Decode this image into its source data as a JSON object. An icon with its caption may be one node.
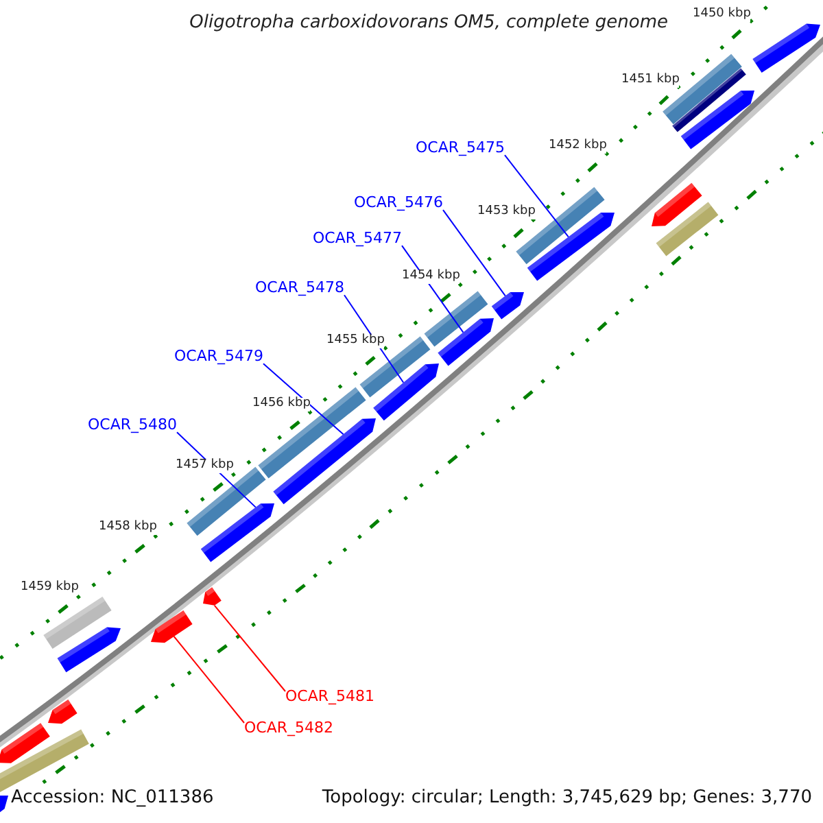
{
  "diagram": {
    "title": "Oligotropha carboxidovorans OM5, complete genome",
    "nodes": [
      {
        "text": [
          "OCAR_5475"
        ]
      },
      {
        "text": [
          "OCAR_5476"
        ]
      },
      {
        "text": [
          "OCAR_5477"
        ]
      },
      {
        "text": [
          "OCAR_5478"
        ]
      },
      {
        "text": [
          "OCAR_5479"
        ]
      },
      {
        "text": [
          "OCAR_5480"
        ]
      },
      {
        "text": [
          "OCAR_5481"
        ]
      },
      {
        "text": [
          "OCAR_5482"
        ]
      },
      {
        "text": [],
        "shape": "arrow"
      },
      {
        "text": [],
        "shape": "bar"
      },
      {
        "text": [],
        "shape": "bar"
      },
      {
        "text": [],
        "shape": "arrow"
      },
      {
        "text": [],
        "shape": "arrow"
      },
      {
        "text": [],
        "shape": "bar"
      },
      {
        "text": [],
        "shape": "bar"
      },
      {
        "text": [],
        "shape": "arrow"
      },
      {
        "text": [],
        "shape": "arrow"
      },
      {
        "text": [],
        "shape": "bar"
      },
      {
        "text": [],
        "shape": "arrow"
      },
      {
        "text": [],
        "shape": "bar"
      },
      {
        "text": [],
        "shape": "arrow"
      },
      {
        "text": [],
        "shape": "bar"
      },
      {
        "text": [],
        "shape": "arrow"
      },
      {
        "text": [],
        "shape": "bar"
      },
      {
        "text": [],
        "shape": "arrow"
      },
      {
        "text": [],
        "shape": "arrow"
      },
      {
        "text": [],
        "shape": "bar"
      },
      {
        "text": [],
        "shape": "arrow"
      },
      {
        "text": [],
        "shape": "arrow"
      },
      {
        "text": [],
        "shape": "arrow"
      },
      {
        "text": [],
        "shape": "arrow"
      },
      {
        "text": [],
        "shape": "bar"
      },
      {
        "text": [],
        "shape": "arrow"
      }
    ],
    "edges": [
      {
        "from": 0,
        "to": 15,
        "arrow": "none"
      },
      {
        "from": 1,
        "to": 16,
        "arrow": "none"
      },
      {
        "from": 2,
        "to": 18,
        "arrow": "none"
      },
      {
        "from": 3,
        "to": 20,
        "arrow": "none"
      },
      {
        "from": 4,
        "to": 22,
        "arrow": "none"
      },
      {
        "from": 5,
        "to": 24,
        "arrow": "none"
      },
      {
        "from": 6,
        "to": 25,
        "arrow": "none",
        "color": "#ff0000"
      },
      {
        "from": 7,
        "to": 27,
        "arrow": "none",
        "color": "#ff0000"
      }
    ],
    "labels": [
      "1450 kbp",
      "1451 kbp",
      "1452 kbp",
      "1453 kbp",
      "1454 kbp",
      "1455 kbp",
      "1456 kbp",
      "1457 kbp",
      "1458 kbp",
      "1459 kbp",
      "Accession: NC_011386",
      "Topology: circular; Length: 3,745,629 bp; Genes: 3,770"
    ]
  }
}
